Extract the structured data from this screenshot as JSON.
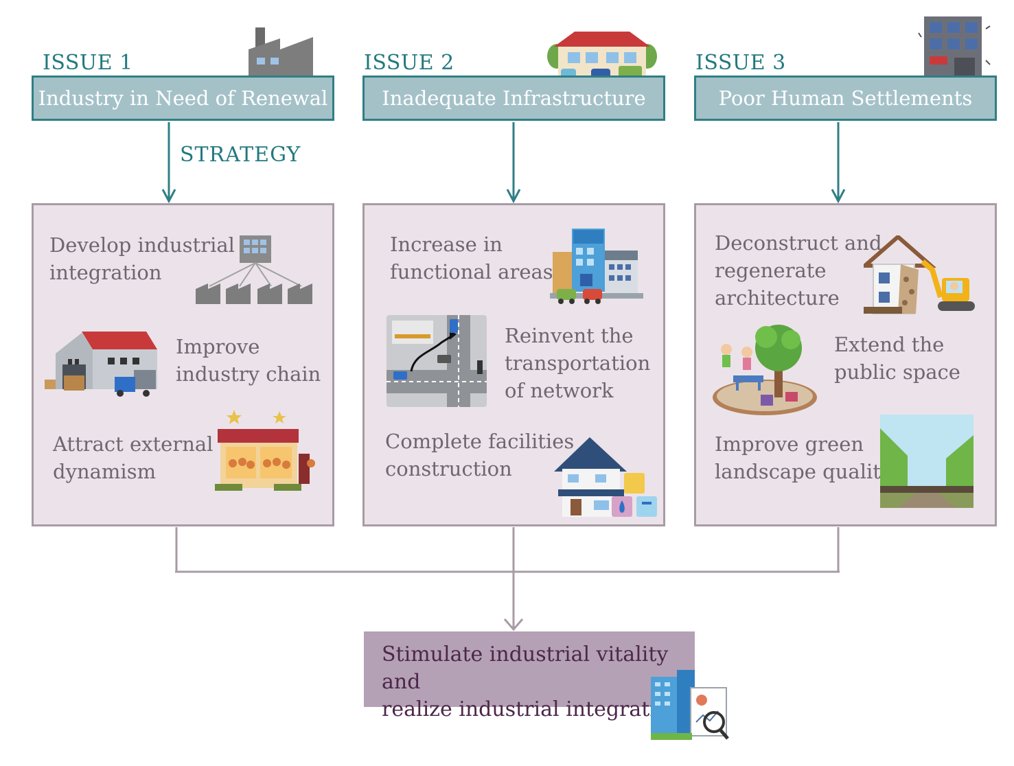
{
  "issues": [
    {
      "label": "ISSUE 1",
      "title": "Industry in Need of Renewal"
    },
    {
      "label": "ISSUE 2",
      "title": "Inadequate Infrastructure"
    },
    {
      "label": "ISSUE 3",
      "title": "Poor Human Settlements"
    }
  ],
  "strategy_label": "STRATEGY",
  "panels": [
    {
      "items": [
        {
          "text": "Develop industrial\nintegration",
          "icon": "factory-network-icon"
        },
        {
          "text": "Improve\nindustry chain",
          "icon": "warehouse-truck-icon"
        },
        {
          "text": "Attract external\ndynamism",
          "icon": "shop-crowd-icon"
        }
      ]
    },
    {
      "items": [
        {
          "text": "Increase in\nfunctional areas",
          "icon": "mall-hotel-icon"
        },
        {
          "text": "Reinvent the\ntransportation\nof network",
          "icon": "intersection-map-icon"
        },
        {
          "text": "Complete facilities\nconstruction",
          "icon": "house-utilities-icon"
        }
      ]
    },
    {
      "items": [
        {
          "text": "Deconstruct and\nregenerate\narchitecture",
          "icon": "demolition-excavator-icon"
        },
        {
          "text": "Extend the\npublic space",
          "icon": "park-children-icon"
        },
        {
          "text": "Improve green\nlandscape quality",
          "icon": "tree-avenue-icon"
        }
      ]
    }
  ],
  "result": {
    "text": "Stimulate industrial vitality and\nrealize industrial integration",
    "icon": "city-report-icon"
  },
  "colors": {
    "teal": "#2f7f84",
    "issue_fill": "#a4c1c8",
    "panel_fill": "#ebe3e9",
    "panel_border": "#a89ba5",
    "result_fill": "#b4a1b5",
    "result_text": "#4d2749"
  }
}
